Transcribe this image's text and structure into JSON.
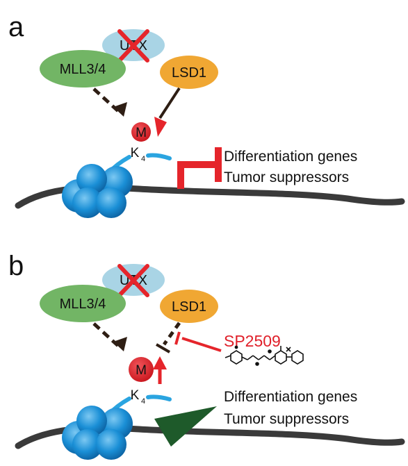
{
  "panels": [
    {
      "letter": "a",
      "utx_label": "UTX",
      "mll_label": "MLL3/4",
      "lsd1_label": "LSD1",
      "mark_label": "M",
      "residue_label": "K",
      "residue_subscript": "4",
      "gene_line_1": "Differentiation genes",
      "gene_line_2": "Tumor suppressors"
    },
    {
      "letter": "b",
      "utx_label": "UTX",
      "mll_label": "MLL3/4",
      "lsd1_label": "LSD1",
      "mark_label": "M",
      "residue_label": "K",
      "residue_subscript": "4",
      "drug_label": "SP2509",
      "gene_line_1": "Differentiation genes",
      "gene_line_2": "Tumor suppressors"
    }
  ],
  "colors": {
    "mll_green": "#72b565",
    "utx_blue": "#a9d4e5",
    "lsd1_orange": "#f0a733",
    "methyl_red": "#e5252b",
    "inhibition_red": "#e5252b",
    "nucleosome_blue": "#1a8fd6",
    "dna_gray": "#3a3a3a",
    "activation_green": "#1e5a2a"
  },
  "icons": {
    "utx_deletion": "red-x-cross-icon",
    "drug_structure": "chemical-structure-icon"
  }
}
